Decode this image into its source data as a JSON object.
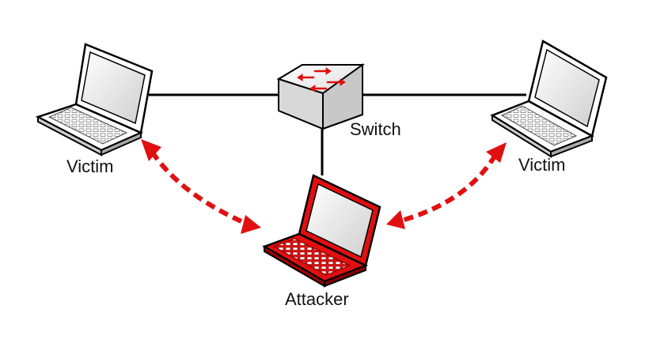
{
  "labels": {
    "victim_left": "Victim",
    "victim_right": "Victim",
    "switch": "Switch",
    "attacker": "Attacker"
  },
  "colors": {
    "background": "#ffffff",
    "link": "#000000",
    "victim_laptop": "#ffffff",
    "attacker_laptop": "#e01010",
    "attack_arrow": "#e01010",
    "switch_arrows": "#e01010"
  },
  "icons": {
    "victim": "laptop-icon",
    "attacker": "laptop-icon",
    "switch": "network-switch-icon"
  }
}
